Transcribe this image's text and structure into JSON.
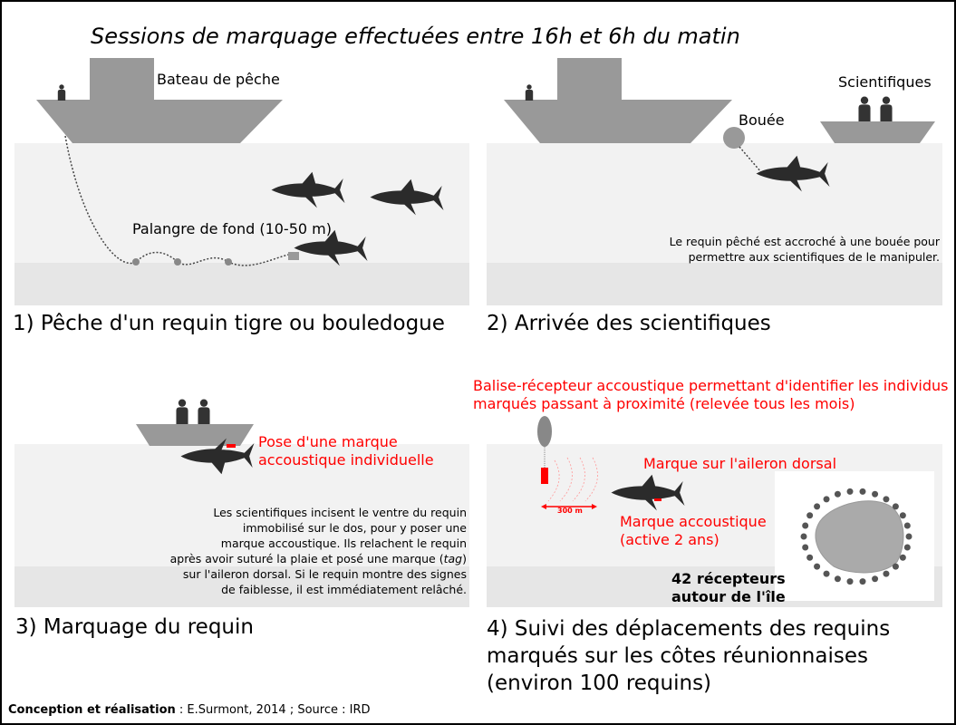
{
  "title": "Sessions de marquage effectuées entre 16h et 6h du matin",
  "panel1": {
    "boat_label": "Bateau de pêche",
    "line_label": "Palangre de fond (10-50 m)",
    "caption": "1) Pêche d'un requin tigre ou bouledogue"
  },
  "panel2": {
    "scientists_label": "Scientifiques",
    "buoy_label": "Bouée",
    "note": [
      "Le requin pêché est accroché à une  bouée pour",
      "permettre aux scientifiques  de le manipuler."
    ],
    "caption": "2) Arrivée des scientifiques"
  },
  "panel3": {
    "tag_label": [
      "Pose d'une marque",
      "accoustique individuelle"
    ],
    "note_1": [
      "Les scientifiques incisent le ventre du requin",
      "immobilisé sur le dos, pour y poser une",
      "marque accoustique.  Ils relachent le requin",
      "après avoir suturé la plaie et posé une marque ("
    ],
    "note_tag": "tag",
    "note_2": [
      ")",
      "sur l'aileron dorsal. Si le requin montre des signes",
      "de faiblesse, il est immédiatement relâché."
    ],
    "caption": "3) Marquage du requin"
  },
  "panel4": {
    "receiver_label": [
      "Balise-récepteur accoustique permettant d'identifier les individus",
      "marqués passant à proximité (relevée tous les mois)"
    ],
    "dorsal_label": "Marque sur l'aileron dorsal",
    "acoustic_label": [
      "Marque accoustique",
      "(active 2 ans)"
    ],
    "range_label": "300 m",
    "receivers_count": [
      "42 récepteurs",
      "autour de l'île"
    ],
    "caption": [
      "4) Suivi des déplacements des requins",
      "marqués sur les côtes réunionnaises",
      "(environ 100 requins)"
    ]
  },
  "credits": {
    "bold": "Conception et réalisation",
    "rest": " : E.Surmont, 2014 ; Source : IRD"
  },
  "colors": {
    "water": "#f2f2f2",
    "seabed": "#e6e6e6",
    "boat": "#999999",
    "shark": "#2b2b2b",
    "accent": "#ff0000"
  }
}
